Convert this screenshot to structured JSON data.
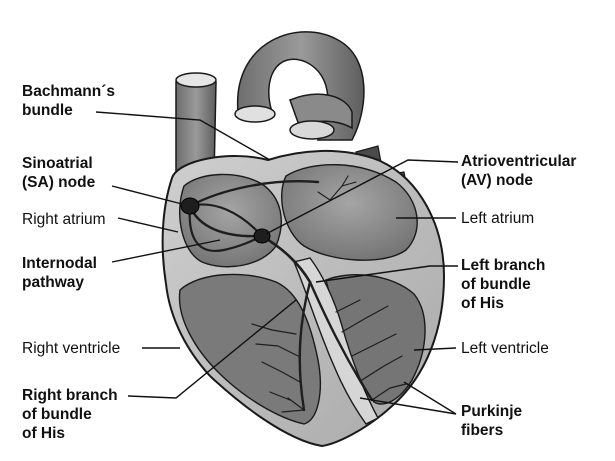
{
  "labels": {
    "bachmann": [
      "Bachmann´s",
      "bundle"
    ],
    "sa_node": [
      "Sinoatrial",
      "(SA) node"
    ],
    "right_atrium": "Right atrium",
    "internodal": [
      "Internodal",
      "pathway"
    ],
    "right_ventricle": "Right ventricle",
    "right_branch": [
      "Right branch",
      "of bundle",
      "of His"
    ],
    "av_node": [
      "Atrioventricular",
      "(AV) node"
    ],
    "left_atrium": "Left atrium",
    "left_branch": [
      "Left branch",
      "of bundle",
      "of His"
    ],
    "left_ventricle": "Left ventricle",
    "purkinje": [
      "Purkinje",
      "fibers"
    ]
  },
  "colors": {
    "outline": "#1a1a1a",
    "wall": "#bdbdbd",
    "wall_light": "#d2d2d2",
    "chamber": "#8c8c8c",
    "vessel": "#7a7a7a",
    "conduction": "#1e1e1e"
  }
}
